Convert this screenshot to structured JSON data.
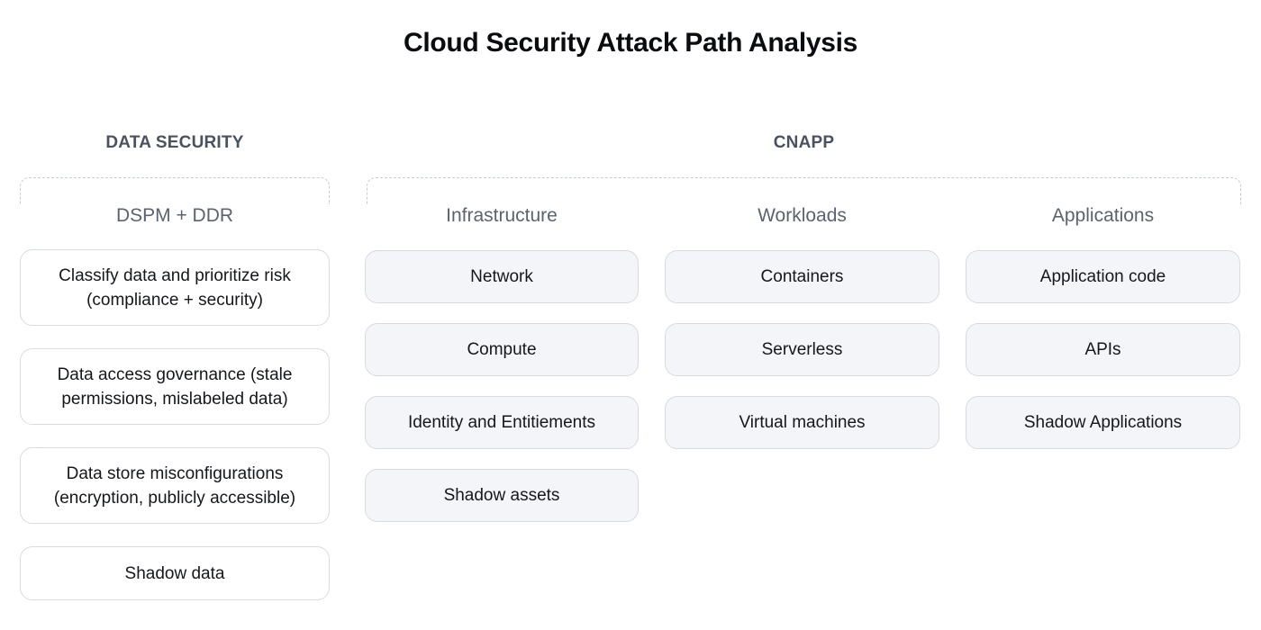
{
  "title": "Cloud Security Attack Path Analysis",
  "groups": {
    "data_security": {
      "header": "DATA SECURITY",
      "column": {
        "label": "DSPM + DDR",
        "items": [
          "Classify data and prioritize risk (compliance + security)",
          "Data access governance (stale permissions, mislabeled data)",
          "Data store misconfigurations (encryption, publicly accessible)",
          "Shadow data"
        ]
      }
    },
    "cnapp": {
      "header": "CNAPP",
      "columns": [
        {
          "label": "Infrastructure",
          "items": [
            "Network",
            "Compute",
            "Identity and Entitiements",
            "Shadow assets"
          ]
        },
        {
          "label": "Workloads",
          "items": [
            "Containers",
            "Serverless",
            "Virtual machines"
          ]
        },
        {
          "label": "Applications",
          "items": [
            "Application code",
            "APIs",
            "Shadow Applications"
          ]
        }
      ]
    }
  },
  "colors": {
    "canvas_bg": "#ffffff",
    "title_text": "#0b0c0f",
    "group_header_text": "#4a5260",
    "subheader_text": "#5b6370",
    "node_text": "#15171c",
    "ds_node_fill": "#ffffff",
    "ds_node_border": "#d8dbe4",
    "cnapp_node_fill": "#f4f5f9",
    "cnapp_node_border": "#d7dae3",
    "dashed_outline": "#c6cbd4"
  }
}
